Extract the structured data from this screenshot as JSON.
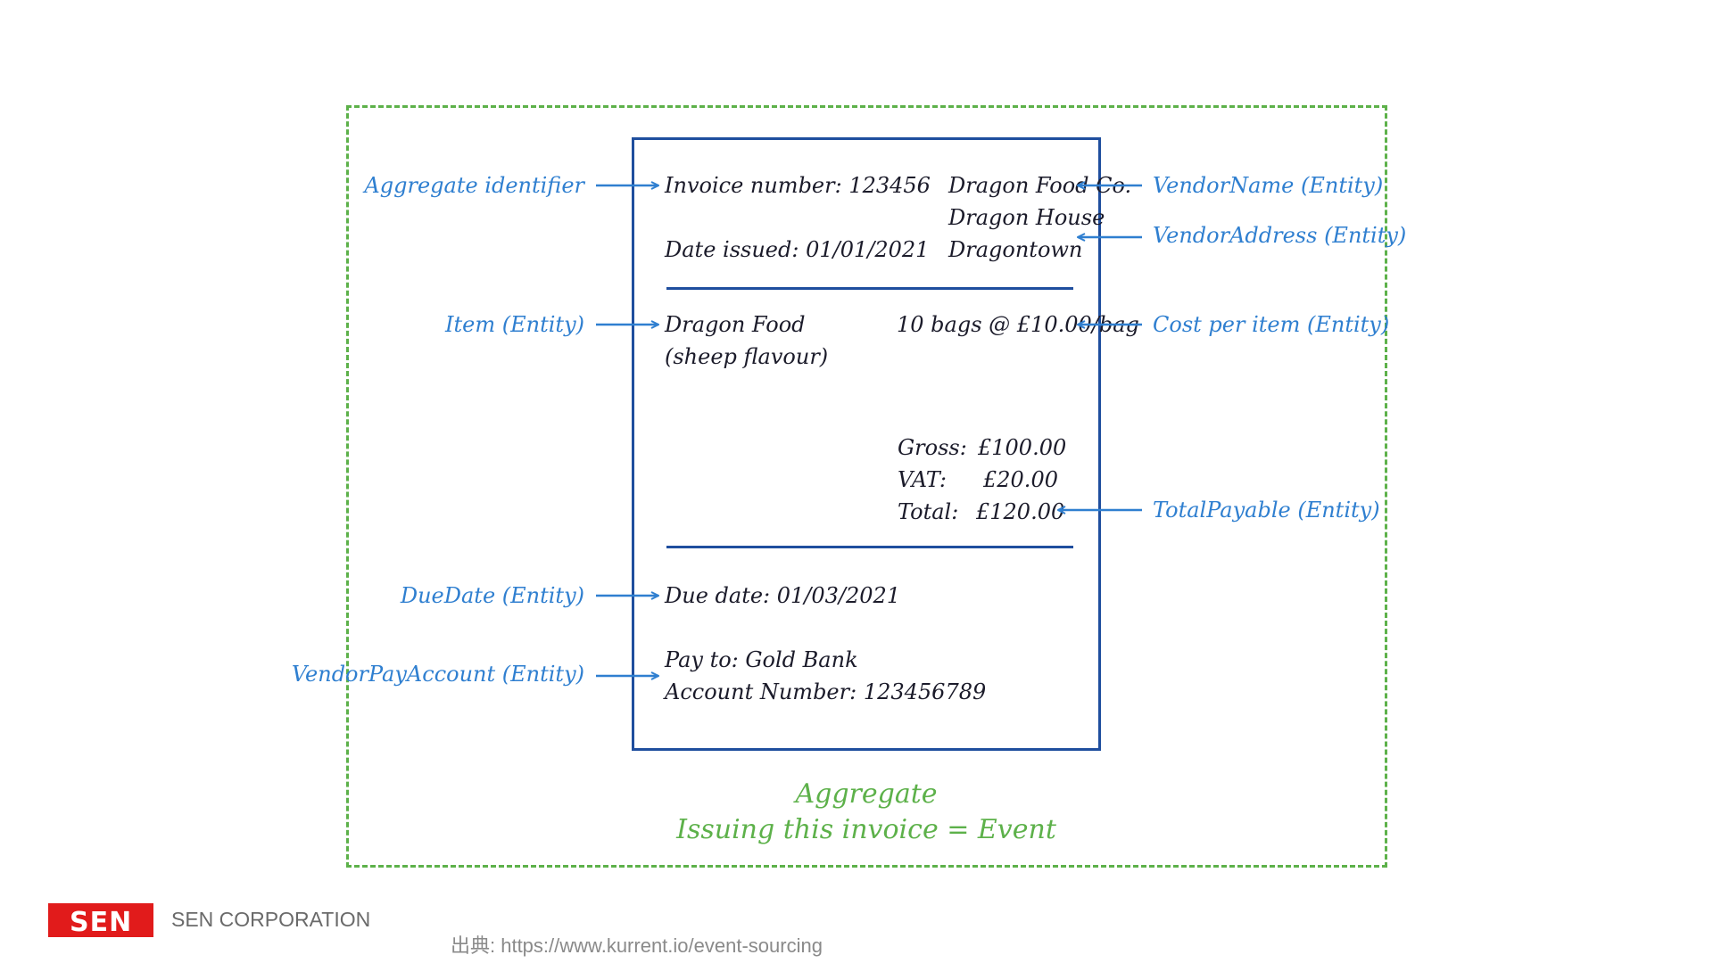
{
  "invoice": {
    "invoice_number": "Invoice number: 123456",
    "date_issued": "Date issued: 01/01/2021",
    "vendor_name": "Dragon Food Co.",
    "vendor_address_1": "Dragon House",
    "vendor_address_2": "Dragontown",
    "item_name": "Dragon Food",
    "item_detail": "(sheep flavour)",
    "cost_per_item": "10 bags @ £10.00/bag",
    "gross_label": "Gross:",
    "gross_value": "£100.00",
    "vat_label": "VAT:",
    "vat_value": "£20.00",
    "total_label": "Total:",
    "total_value": "£120.00",
    "due_date": "Due date: 01/03/2021",
    "pay_to": "Pay to: Gold Bank",
    "account_number": "Account Number: 123456789"
  },
  "annotations": {
    "aggregate_identifier": "Aggregate identifier",
    "item": "Item (Entity)",
    "due_date": "DueDate (Entity)",
    "vendor_pay_account": "VendorPayAccount (Entity)",
    "vendor_name": "VendorName (Entity)",
    "vendor_address": "VendorAddress (Entity)",
    "cost_per_item": "Cost per item (Entity)",
    "total_payable": "TotalPayable (Entity)"
  },
  "aggregate_caption": {
    "line1": "Aggregate",
    "line2": "Issuing this invoice = Event"
  },
  "footer": {
    "logo_text": "SEN",
    "brand_name": "SEN CORPORATION",
    "source": "出典: https://www.kurrent.io/event-sourcing"
  },
  "colors": {
    "aggregate_boundary": "#5db14a",
    "invoice_border": "#1f4e9e",
    "annotation": "#2f7fd0",
    "logo": "#e11b1b"
  }
}
